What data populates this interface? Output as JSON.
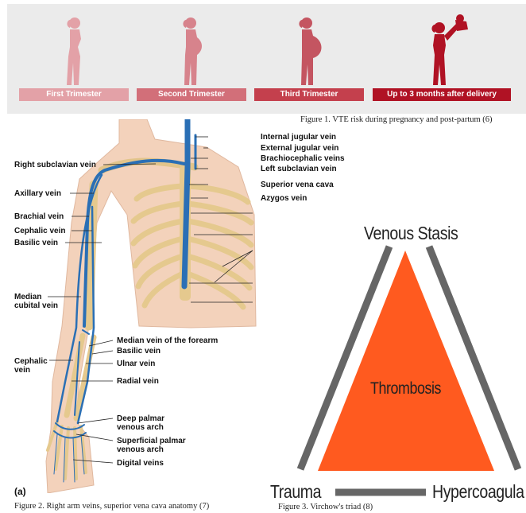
{
  "figure1": {
    "stages": [
      {
        "label": "First Trimester",
        "color": "#e3a1a7",
        "bar_color": "#e3a1a7"
      },
      {
        "label": "Second Trimester",
        "color": "#d7838c",
        "bar_color": "#d26f79"
      },
      {
        "label": "Third Trimester",
        "color": "#c45561",
        "bar_color": "#c4404d"
      },
      {
        "label": "Up to 3 months after delivery",
        "color": "#b01224",
        "bar_color": "#b01224"
      }
    ],
    "caption": "Figure 1. VTE risk during pregnancy and post-partum (6)"
  },
  "figure2": {
    "labels_left": {
      "right_subclavian": "Right subclavian vein",
      "axillary": "Axillary vein",
      "brachial": "Brachial vein",
      "cephalic": "Cephalic vein",
      "basilic": "Basilic vein",
      "median_cubital": "Median cubital vein",
      "cephalic_lower": "Cephalic vein"
    },
    "labels_right": {
      "internal_jugular": "Internal jugular vein",
      "external_jugular": "External jugular vein",
      "brachiocephalic": "Brachiocephalic veins",
      "left_subclavian": "Left subclavian vein",
      "superior_vena_cava": "Superior vena cava",
      "azygos": "Azygos vein",
      "median_forearm": "Median vein of the forearm",
      "basilic_lower": "Basilic vein",
      "ulnar": "Ulnar vein",
      "radial": "Radial vein",
      "deep_palmar": "Deep palmar venous arch",
      "superficial_palmar": "Superficial palmar venous arch",
      "digital": "Digital veins"
    },
    "panel_label": "(a)",
    "caption": "Figure 2. Right arm veins, superior vena cava anatomy (7)"
  },
  "figure3": {
    "top": "Venous Stasis",
    "center": "Thrombosis",
    "left": "Trauma",
    "right": "Hypercoagula",
    "triangle_color": "#ff5a1f",
    "line_color": "#666666",
    "caption": "Figure 3. Virchow's triad (8)"
  }
}
